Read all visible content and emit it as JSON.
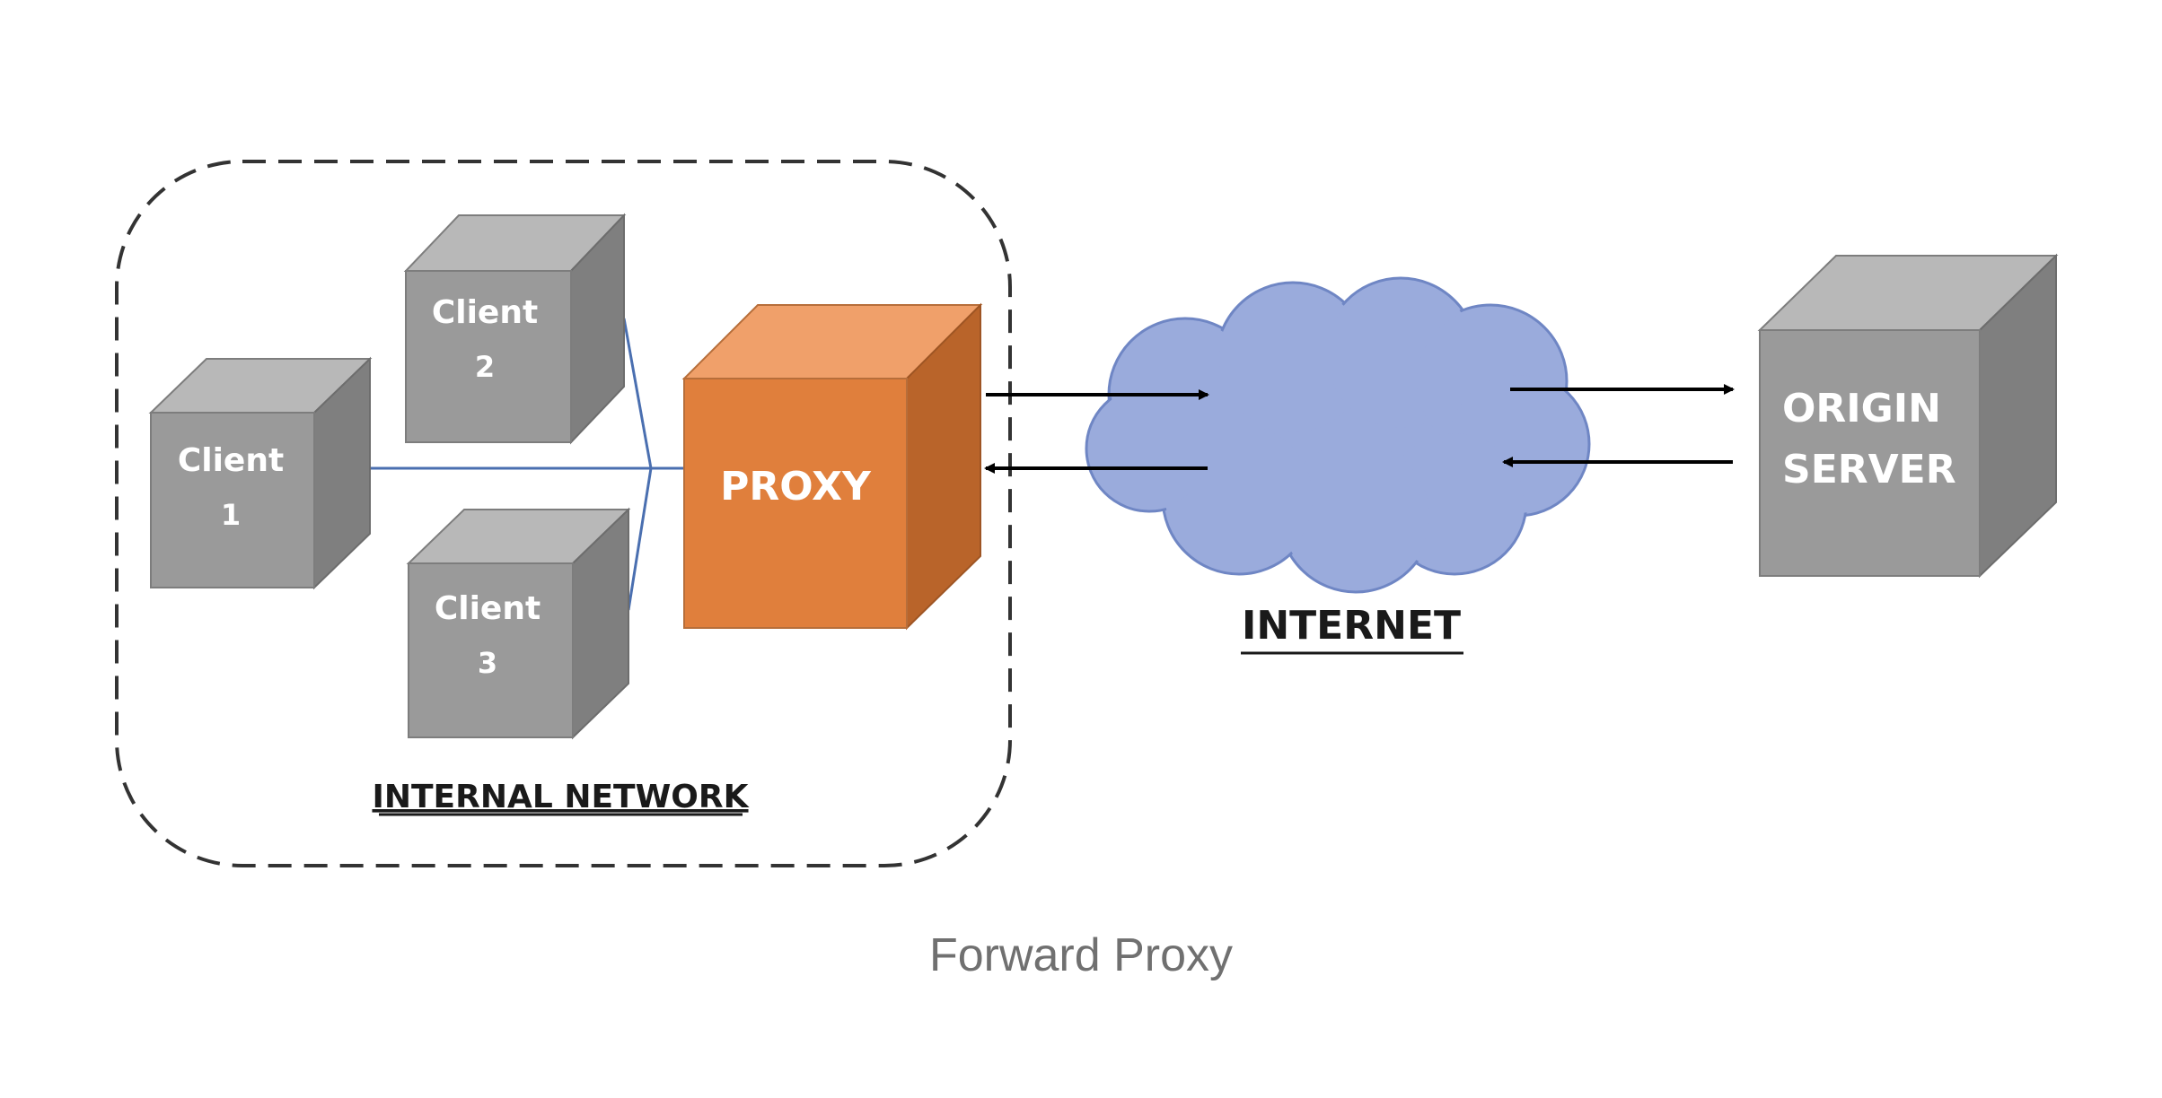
{
  "diagram": {
    "caption": "Forward Proxy",
    "internal_network_label": "INTERNAL NETWORK",
    "internet_label": "INTERNET",
    "clients": [
      {
        "line1": "Client",
        "line2": "1"
      },
      {
        "line1": "Client",
        "line2": "2"
      },
      {
        "line1": "Client",
        "line2": "3"
      }
    ],
    "proxy_label": "PROXY",
    "origin_server": {
      "line1": "ORIGIN",
      "line2": "SERVER"
    }
  },
  "colors": {
    "client_box": "#9a9a9a",
    "proxy_box": "#e07f3c",
    "origin_box": "#9a9a9a",
    "cloud": "#9aabdc",
    "connector_line": "#4a6fb0",
    "arrow": "#000000",
    "boundary": "#333333"
  }
}
